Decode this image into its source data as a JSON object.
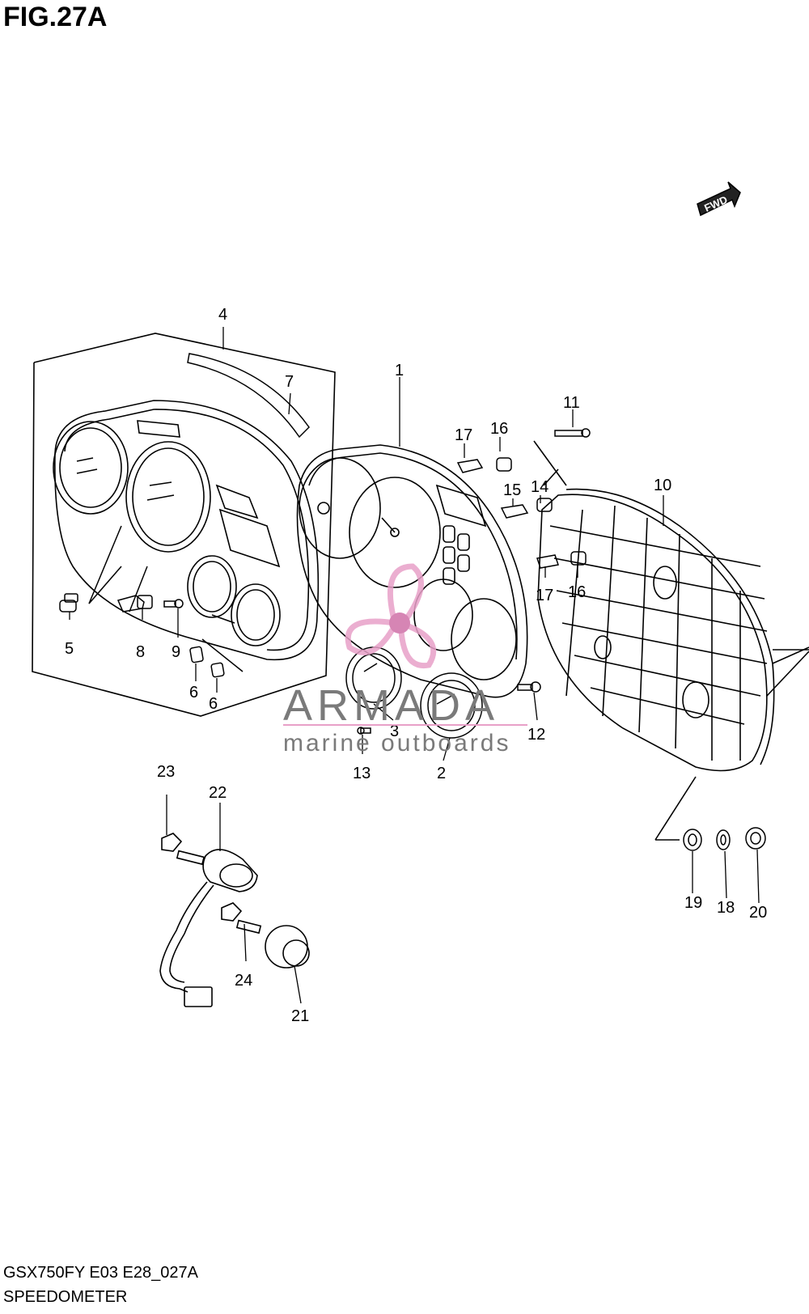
{
  "figure": {
    "title": "FIG.27A",
    "model_code": "GSX750FY E03 E28_027A",
    "section_name": "SPEEDOMETER"
  },
  "direction_marker": {
    "label": "FWD",
    "icon": "forward-arrow-icon"
  },
  "watermark": {
    "brand": "ARMADA",
    "tagline": "marine outboards",
    "logo_icon": "propeller-logo-icon",
    "colors": {
      "logo": "#e8a0c8",
      "text": "#7a7a7a",
      "accent": "#d070a8"
    }
  },
  "callouts": [
    "1",
    "2",
    "3",
    "4",
    "5",
    "6",
    "6",
    "7",
    "8",
    "9",
    "10",
    "11",
    "12",
    "13",
    "14",
    "15",
    "16",
    "16",
    "17",
    "17",
    "18",
    "19",
    "20",
    "21",
    "22",
    "23",
    "24"
  ]
}
